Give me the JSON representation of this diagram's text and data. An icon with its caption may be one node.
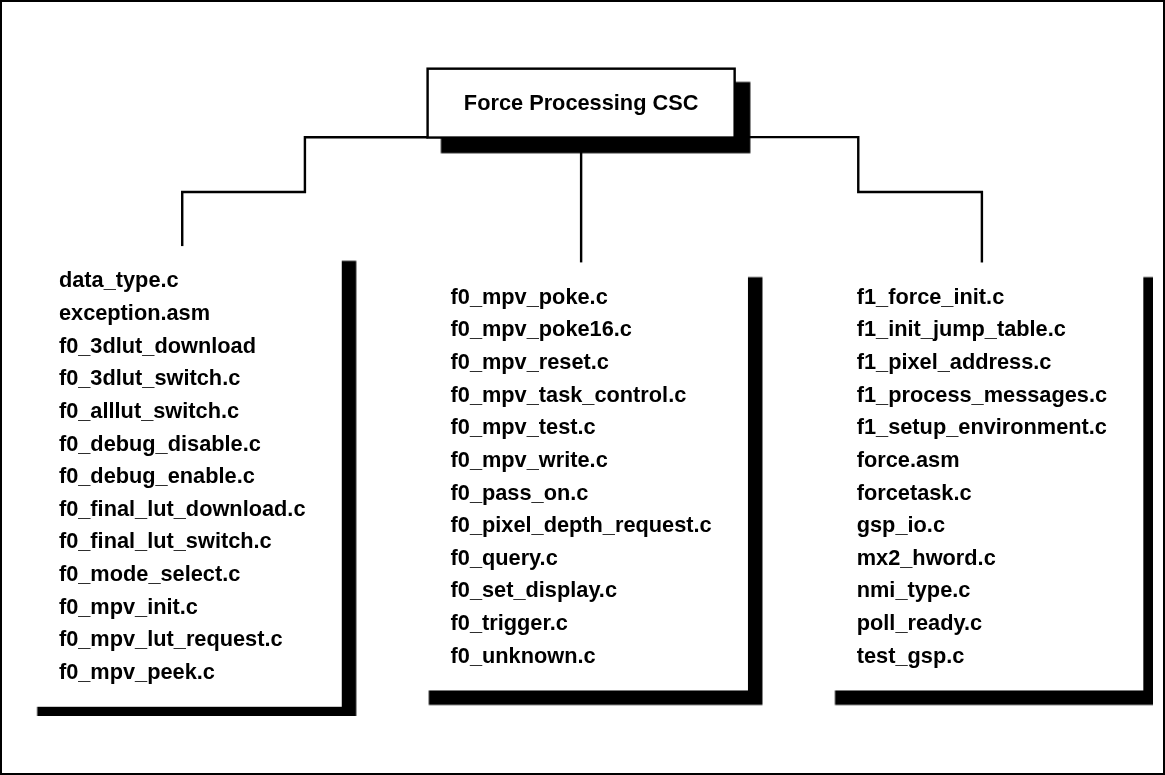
{
  "diagram": {
    "nodes": [
      {
        "text": [
          "Force Processing CSC"
        ]
      },
      {
        "text": [
          "data_type.c",
          "exception.asm",
          "f0_3dlut_download",
          "f0_3dlut_switch.c",
          "f0_alllut_switch.c",
          "f0_debug_disable.c",
          "f0_debug_enable.c",
          "f0_final_lut_download.c",
          "f0_final_lut_switch.c",
          "f0_mode_select.c",
          "f0_mpv_init.c",
          "f0_mpv_lut_request.c",
          "f0_mpv_peek.c"
        ]
      },
      {
        "text": [
          "f0_mpv_poke.c",
          "f0_mpv_poke16.c",
          "f0_mpv_reset.c",
          "f0_mpv_task_control.c",
          "f0_mpv_test.c",
          "f0_mpv_write.c",
          "f0_pass_on.c",
          "f0_pixel_depth_request.c",
          "f0_query.c",
          "f0_set_display.c",
          "f0_trigger.c",
          "f0_unknown.c"
        ]
      },
      {
        "text": [
          "f1_force_init.c",
          "f1_init_jump_table.c",
          "f1_pixel_address.c",
          "f1_process_messages.c",
          "f1_setup_environment.c",
          "force.asm",
          "forcetask.c",
          "gsp_io.c",
          "mx2_hword.c",
          "nmi_type.c",
          "poll_ready.c",
          "test_gsp.c"
        ]
      }
    ],
    "edges": [
      {
        "from": 0,
        "to": 1,
        "arrow": "none"
      },
      {
        "from": 0,
        "to": 2,
        "arrow": "none"
      },
      {
        "from": 0,
        "to": 3,
        "arrow": "none"
      }
    ]
  }
}
